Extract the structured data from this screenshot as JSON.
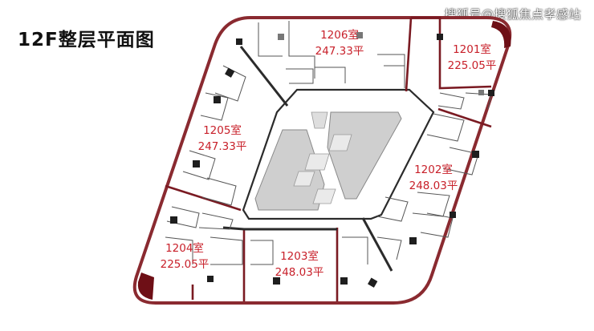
{
  "page_title": "12F整层平面图",
  "watermark": "搜狐号@搜狐焦点孝感站",
  "units": [
    {
      "id": "1206",
      "room": "1206室",
      "area": "247.33平"
    },
    {
      "id": "1201",
      "room": "1201室",
      "area": "225.05平"
    },
    {
      "id": "1205",
      "room": "1205室",
      "area": "247.33平"
    },
    {
      "id": "1202",
      "room": "1202室",
      "area": "248.03平"
    },
    {
      "id": "1204",
      "room": "1204室",
      "area": "225.05平"
    },
    {
      "id": "1203",
      "room": "1203室",
      "area": "248.03平"
    }
  ],
  "colors": {
    "label": "#c8202a",
    "wall": "#2b2b2b",
    "unit_boundary": "#7a1a22",
    "core": "#cfcfcf",
    "outline": "#8a2a30"
  }
}
